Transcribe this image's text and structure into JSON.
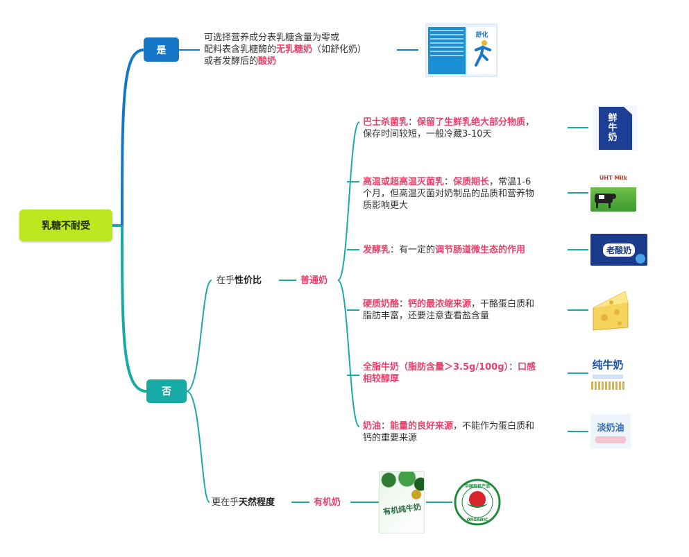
{
  "colors": {
    "root_fill": "#bde71f",
    "yes_fill": "#1677c8",
    "no_fill": "#18aaa4",
    "highlight": "#e8416b",
    "link_yes": "#1677c8",
    "link_no": "#18aaa4"
  },
  "root": {
    "label": "乳糖不耐受"
  },
  "yes_branch": {
    "label": "是",
    "line1": "可选择营养成分表乳糖含量为零或",
    "line2_pre": "配料表含乳糖酶的",
    "line2_hl": "无乳糖奶",
    "line2_post": "（如舒化奶）",
    "line3_pre": "或者发酵后的",
    "line3_hl": "酸奶",
    "image": {
      "icon": "shuhua-milk-carton-image",
      "brand": "舒化"
    }
  },
  "no_branch": {
    "label": "否",
    "price": {
      "label_pre": "在乎",
      "label_bold": "性价比",
      "child": "普通奶",
      "items": [
        {
          "name": "巴士杀菌乳",
          "sep": "：",
          "hl": "保留了生鲜乳绝大部分物质",
          "rest1": "，",
          "line2": "保存时间较短，一般冷藏3-10天",
          "image": {
            "icon": "fresh-milk-carton-image",
            "text": "鲜牛奶"
          }
        },
        {
          "name": "高温或超高温灭菌乳",
          "sep": "：",
          "hl": "保质期长",
          "rest1": "，常温1-6",
          "line2": "个月，但高温灭菌对奶制品的品质和营养物",
          "line3": "质影响更大",
          "image": {
            "icon": "uht-milk-cow-image",
            "text": "UHT Milk"
          }
        },
        {
          "name": "发酵乳",
          "sep": "：有一定的",
          "hl": "调节肠道微生态的作用",
          "image": {
            "icon": "yogurt-package-image",
            "text": "老酸奶"
          }
        },
        {
          "name": "硬质奶酪",
          "sep": "：",
          "hl": "钙的最浓缩来源",
          "rest1": "，干酪蛋白质和",
          "line2": "脂肪丰富，还要注意查看盐含量",
          "image": {
            "icon": "cheese-wedge-image"
          }
        },
        {
          "name": "全脂牛奶（脂肪含量＞3.5g/100g）",
          "sep": "：",
          "hl": "口感",
          "line2_hl": "相较醇厚",
          "image": {
            "icon": "whole-milk-package-image",
            "text": "纯牛奶"
          }
        },
        {
          "name": "奶油",
          "sep": "：",
          "hl": "能量的良好来源",
          "rest1": "，不能作为蛋白质和",
          "line2": "钙的重要来源",
          "image": {
            "icon": "light-cream-package-image",
            "text": "淡奶油"
          }
        }
      ]
    },
    "nature": {
      "label_pre": "更在乎",
      "label_bold": "天然程度",
      "child": "有机奶",
      "image": {
        "icon": "organic-milk-box-image",
        "text": "有机纯牛奶"
      },
      "logo": {
        "icon": "china-organic-product-logo",
        "text_top": "中国有机产品",
        "text_bottom": "ORGANIC"
      }
    }
  }
}
